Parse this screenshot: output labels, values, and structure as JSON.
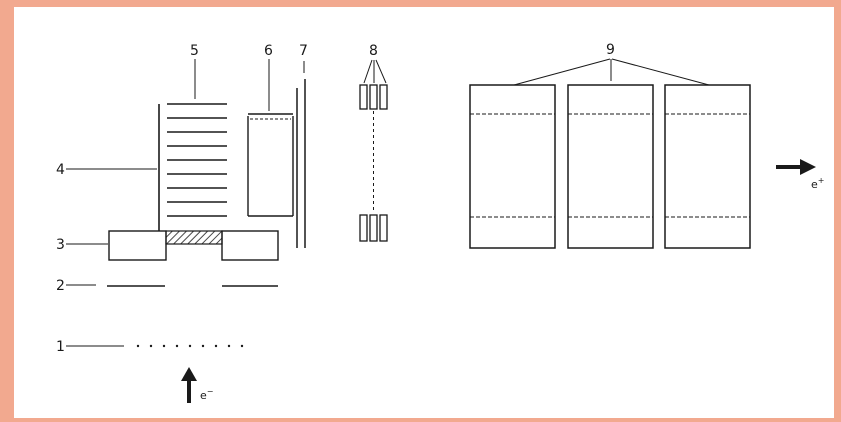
{
  "colors": {
    "frame": "#f2a98f",
    "panel": "#ffffff",
    "ink": "#1a1a1a"
  },
  "labels": {
    "l1": "1",
    "l2": "2",
    "l3": "3",
    "l4": "4",
    "l5": "5",
    "l6": "6",
    "l7": "7",
    "l8": "8",
    "l9": "9"
  },
  "beam": {
    "electron": "e",
    "electron_sup": "−",
    "positron": "e",
    "positron_sup": "+"
  }
}
